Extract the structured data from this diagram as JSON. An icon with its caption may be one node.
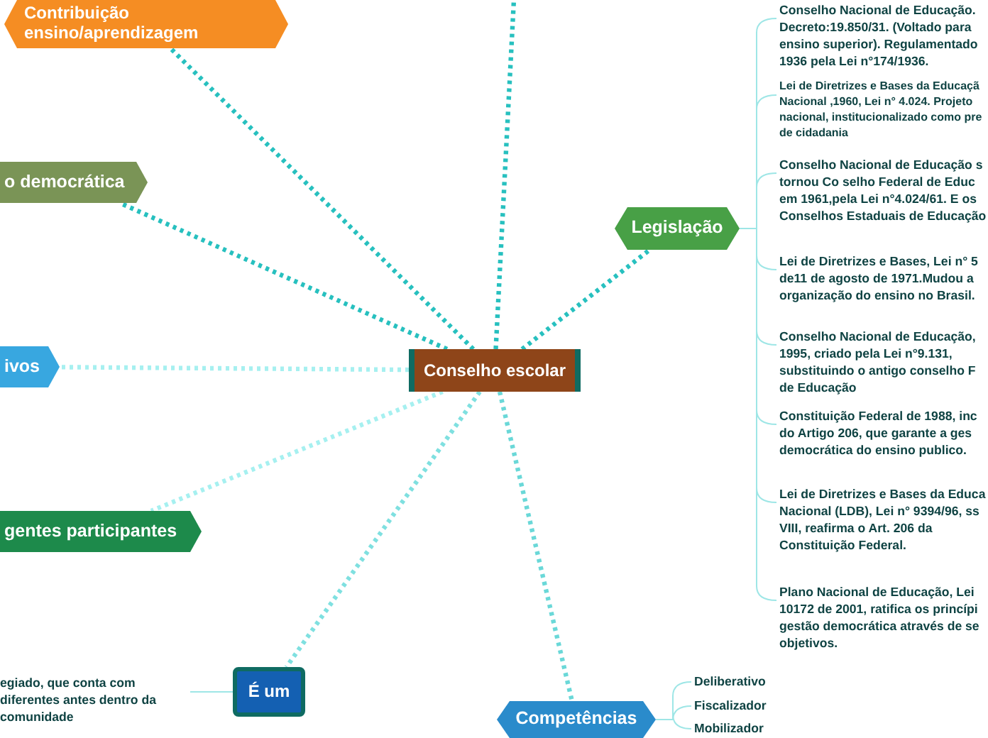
{
  "diagram": {
    "nodes": [
      {
        "text": [
          "Conselho escolar"
        ]
      },
      {
        "text": [
          "Contribuição ensino/aprendizagem"
        ]
      },
      {
        "text": [
          "o democrática"
        ]
      },
      {
        "text": [
          "ivos"
        ]
      },
      {
        "text": [
          "gentes participantes"
        ]
      },
      {
        "text": [
          "É um"
        ]
      },
      {
        "text": [
          "egiado, que conta com diferentes antes dentro da comunidade"
        ]
      },
      {
        "text": [
          "Legislação"
        ]
      },
      {
        "text": [
          "Conselho Nacional de Educação. Decreto:19.850/31. (Voltado para ensino superior). Regulamentado 1936 pela Lei n°174/1936."
        ]
      },
      {
        "text": [
          "Lei de Diretrizes e  Bases da Educaçã Nacional ,1960, Lei n° 4.024. Projeto nacional, institucionalizado como pre de cidadania"
        ]
      },
      {
        "text": [
          "Conselho Nacional de Educação s tornou Co selho  Federal de Educ em 1961,pela Lei n°4.024/61. E os Conselhos Estaduais de Educação"
        ]
      },
      {
        "text": [
          "Lei de Diretrizes e Bases, Lei n° 5 de11 de agosto de 1971.Mudou a organização do ensino no Brasil."
        ]
      },
      {
        "text": [
          "Conselho Nacional de Educação, 1995, criado pela Lei n°9.131, substituindo o antigo conselho F de Educação"
        ]
      },
      {
        "text": [
          "Constituição Federal de 1988, inc do Artigo 206,  que garante a ges democrática do ensino publico."
        ]
      },
      {
        "text": [
          "Lei de Diretrizes e Bases da Educa Nacional (LDB), Lei n° 9394/96, ss VIII, reafirma o Art. 206 da Constituição Federal."
        ]
      },
      {
        "text": [
          "Plano Nacional de Educação, Lei 10172 de 2001, ratifica os princípi gestão democrática através de se objetivos."
        ]
      },
      {
        "text": [
          "Competências"
        ]
      },
      {
        "text": [
          "Deliberativo"
        ]
      },
      {
        "text": [
          "Fiscalizador"
        ]
      },
      {
        "text": [
          "Mobilizador"
        ]
      }
    ],
    "edges": [
      {
        "from": 0,
        "to": null,
        "arrow": "none",
        "style": "dashed",
        "color": "#27c0bf"
      },
      {
        "from": 0,
        "to": 1,
        "arrow": "none",
        "style": "dashed",
        "color": "#27c0bf"
      },
      {
        "from": 0,
        "to": 2,
        "arrow": "none",
        "style": "dashed",
        "color": "#27c0bf"
      },
      {
        "from": 0,
        "to": 3,
        "arrow": "none",
        "style": "dashed",
        "color": "#a6f0f0"
      },
      {
        "from": 0,
        "to": 4,
        "arrow": "none",
        "style": "dashed",
        "color": "#a6f0f0"
      },
      {
        "from": 0,
        "to": 5,
        "arrow": "none",
        "style": "dashed",
        "color": "#7fe0e0"
      },
      {
        "from": 0,
        "to": 7,
        "arrow": "none",
        "style": "dashed",
        "color": "#27c0bf"
      },
      {
        "from": 0,
        "to": 16,
        "arrow": "none",
        "style": "dashed",
        "color": "#6ad8d8"
      },
      {
        "from": 5,
        "to": 6,
        "arrow": "none"
      },
      {
        "from": 7,
        "to": 8,
        "arrow": "none"
      },
      {
        "from": 7,
        "to": 9,
        "arrow": "none"
      },
      {
        "from": 7,
        "to": 10,
        "arrow": "none"
      },
      {
        "from": 7,
        "to": 11,
        "arrow": "none"
      },
      {
        "from": 7,
        "to": 12,
        "arrow": "none"
      },
      {
        "from": 7,
        "to": 13,
        "arrow": "none"
      },
      {
        "from": 7,
        "to": 14,
        "arrow": "none"
      },
      {
        "from": 7,
        "to": 15,
        "arrow": "none"
      },
      {
        "from": 16,
        "to": 17,
        "arrow": "none"
      },
      {
        "from": 16,
        "to": 18,
        "arrow": "none"
      },
      {
        "from": 16,
        "to": 19,
        "arrow": "none"
      }
    ]
  }
}
